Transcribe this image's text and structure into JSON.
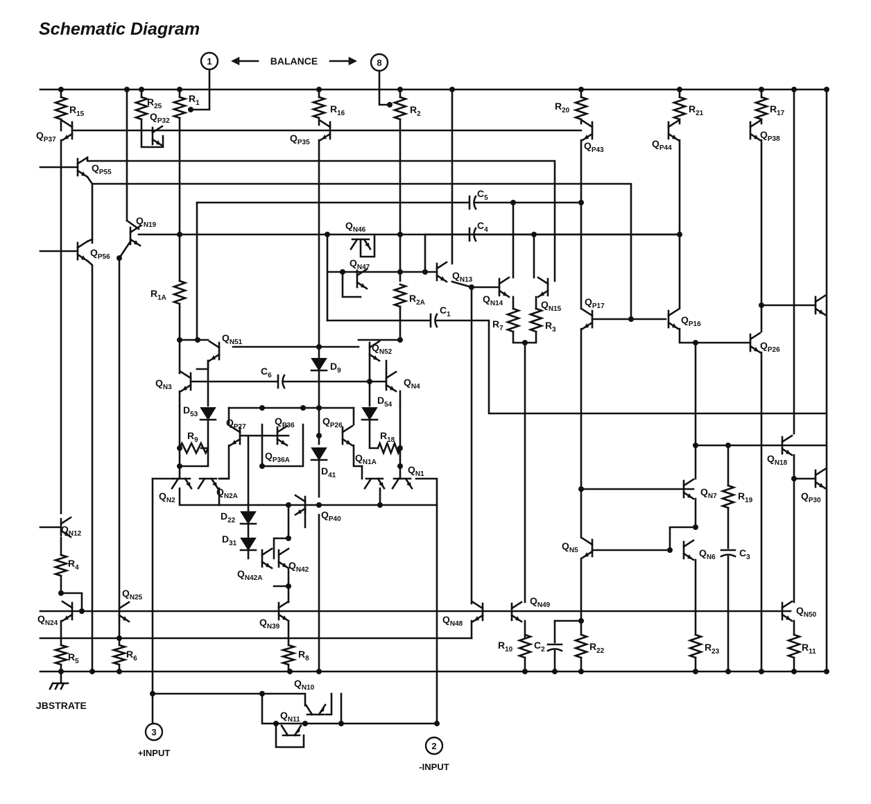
{
  "title": "Schematic Diagram",
  "balance_label": "BALANCE",
  "pins": [
    {
      "num": "1"
    },
    {
      "num": "8"
    },
    {
      "num": "3",
      "label": "+INPUT"
    },
    {
      "num": "2",
      "label": "-INPUT"
    }
  ],
  "substrate_label": "JBSTRATE",
  "components": {
    "R15": [
      "R",
      "15"
    ],
    "R25": [
      "R",
      "25"
    ],
    "R1": [
      "R",
      "1"
    ],
    "R16": [
      "R",
      "16"
    ],
    "R2": [
      "R",
      "2"
    ],
    "R20": [
      "R",
      "20"
    ],
    "R21": [
      "R",
      "21"
    ],
    "R17": [
      "R",
      "17"
    ],
    "R1A": [
      "R",
      "1A"
    ],
    "R2A": [
      "R",
      "2A"
    ],
    "R7": [
      "R",
      "7"
    ],
    "R3": [
      "R",
      "3"
    ],
    "R9": [
      "R",
      "9"
    ],
    "R18": [
      "R",
      "18"
    ],
    "R4": [
      "R",
      "4"
    ],
    "R5": [
      "R",
      "5"
    ],
    "R6": [
      "R",
      "6"
    ],
    "R8": [
      "R",
      "8"
    ],
    "R10": [
      "R",
      "10"
    ],
    "R22": [
      "R",
      "22"
    ],
    "R23": [
      "R",
      "23"
    ],
    "R11": [
      "R",
      "11"
    ],
    "R19": [
      "R",
      "19"
    ],
    "C5": [
      "C",
      "5"
    ],
    "C4": [
      "C",
      "4"
    ],
    "C1": [
      "C",
      "1"
    ],
    "C6": [
      "C",
      "6"
    ],
    "C2": [
      "C",
      "2"
    ],
    "C3": [
      "C",
      "3"
    ],
    "D9": [
      "D",
      "9"
    ],
    "D53": [
      "D",
      "53"
    ],
    "D54": [
      "D",
      "54"
    ],
    "D41": [
      "D",
      "41"
    ],
    "D22": [
      "D",
      "22"
    ],
    "D31": [
      "D",
      "31"
    ],
    "QP37": [
      "Q",
      "P37"
    ],
    "QP32": [
      "Q",
      "P32"
    ],
    "QP35": [
      "Q",
      "P35"
    ],
    "QP43": [
      "Q",
      "P43"
    ],
    "QP44": [
      "Q",
      "P44"
    ],
    "QP38": [
      "Q",
      "P38"
    ],
    "QP55": [
      "Q",
      "P55"
    ],
    "QN19": [
      "Q",
      "N19"
    ],
    "QP56": [
      "Q",
      "P56"
    ],
    "QN46": [
      "Q",
      "N46"
    ],
    "QN47": [
      "Q",
      "N47"
    ],
    "QN13": [
      "Q",
      "N13"
    ],
    "QN14": [
      "Q",
      "N14"
    ],
    "QN15": [
      "Q",
      "N15"
    ],
    "QP17": [
      "Q",
      "P17"
    ],
    "QP16": [
      "Q",
      "P16"
    ],
    "QP26R": [
      "Q",
      "P26"
    ],
    "QN51": [
      "Q",
      "N51"
    ],
    "QN52": [
      "Q",
      "N52"
    ],
    "QN3": [
      "Q",
      "N3"
    ],
    "QN4": [
      "Q",
      "N4"
    ],
    "QP27": [
      "Q",
      "P27"
    ],
    "QP36": [
      "Q",
      "P36"
    ],
    "QP26": [
      "Q",
      "P26"
    ],
    "QP36A": [
      "Q",
      "P36A"
    ],
    "QN1A": [
      "Q",
      "N1A"
    ],
    "QN1": [
      "Q",
      "N1"
    ],
    "QN2": [
      "Q",
      "N2"
    ],
    "QN2A": [
      "Q",
      "N2A"
    ],
    "QP40": [
      "Q",
      "P40"
    ],
    "QN18": [
      "Q",
      "N18"
    ],
    "QP30": [
      "Q",
      "P30"
    ],
    "QN7": [
      "Q",
      "N7"
    ],
    "QN12": [
      "Q",
      "N12"
    ],
    "QN42": [
      "Q",
      "N42"
    ],
    "QN42A": [
      "Q",
      "N42A"
    ],
    "QN5": [
      "Q",
      "N5"
    ],
    "QN6": [
      "Q",
      "N6"
    ],
    "QN25": [
      "Q",
      "N25"
    ],
    "QN24": [
      "Q",
      "N24"
    ],
    "QN39": [
      "Q",
      "N39"
    ],
    "QN48": [
      "Q",
      "N48"
    ],
    "QN49": [
      "Q",
      "N49"
    ],
    "QN50": [
      "Q",
      "N50"
    ],
    "QN10": [
      "Q",
      "N10"
    ],
    "QN11": [
      "Q",
      "N11"
    ]
  }
}
